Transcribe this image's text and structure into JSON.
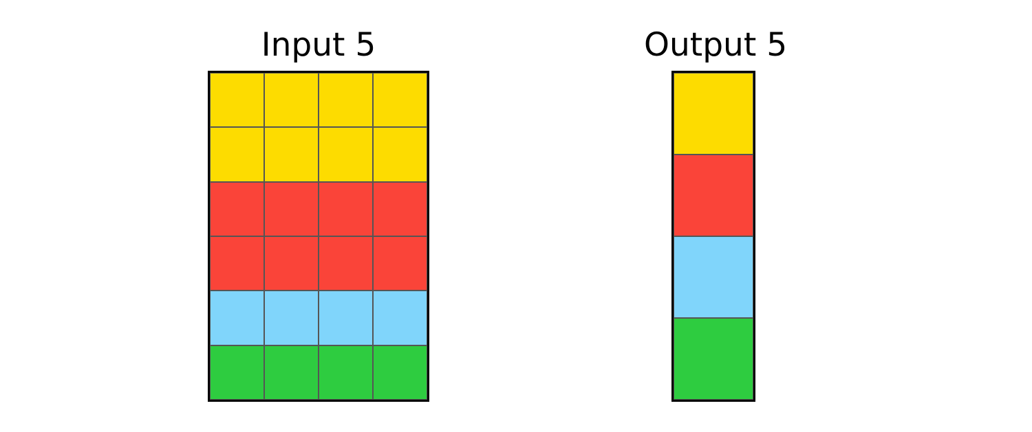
{
  "palette": {
    "Y": "#FDDC00",
    "R": "#FA4439",
    "B": "#80D5FB",
    "G": "#2ECC40"
  },
  "input": {
    "title": "Input 5",
    "rows": [
      [
        "Y",
        "Y",
        "Y",
        "Y"
      ],
      [
        "Y",
        "Y",
        "Y",
        "Y"
      ],
      [
        "R",
        "R",
        "R",
        "R"
      ],
      [
        "R",
        "R",
        "R",
        "R"
      ],
      [
        "B",
        "B",
        "B",
        "B"
      ],
      [
        "G",
        "G",
        "G",
        "G"
      ]
    ]
  },
  "output": {
    "title": "Output 5",
    "rows": [
      [
        "Y"
      ],
      [
        "R"
      ],
      [
        "B"
      ],
      [
        "G"
      ]
    ]
  }
}
